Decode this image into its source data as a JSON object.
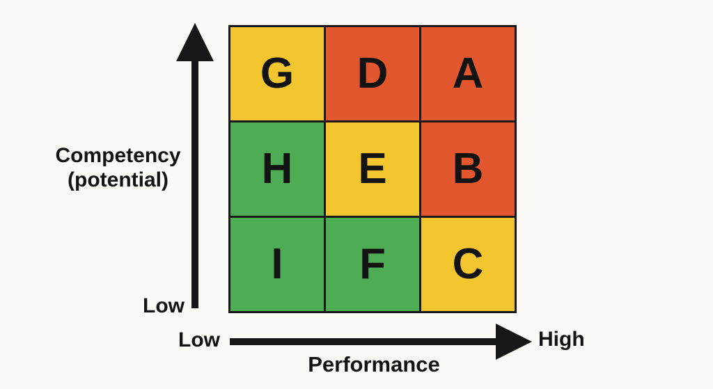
{
  "matrix": {
    "cells": [
      {
        "letter": "G",
        "color": "yellow"
      },
      {
        "letter": "D",
        "color": "red"
      },
      {
        "letter": "A",
        "color": "red"
      },
      {
        "letter": "H",
        "color": "green"
      },
      {
        "letter": "E",
        "color": "yellow"
      },
      {
        "letter": "B",
        "color": "red"
      },
      {
        "letter": "I",
        "color": "green"
      },
      {
        "letter": "F",
        "color": "green"
      },
      {
        "letter": "C",
        "color": "yellow"
      }
    ]
  },
  "axes": {
    "y": {
      "label_line1": "Competency",
      "label_line2": "(potential)",
      "low": "Low"
    },
    "x": {
      "label": "Performance",
      "low": "Low",
      "high": "High"
    }
  },
  "colors": {
    "yellow": "#F3C62F",
    "red": "#E2572E",
    "green": "#4EAD54",
    "ink": "#171717",
    "background": "#FAF9F6"
  }
}
